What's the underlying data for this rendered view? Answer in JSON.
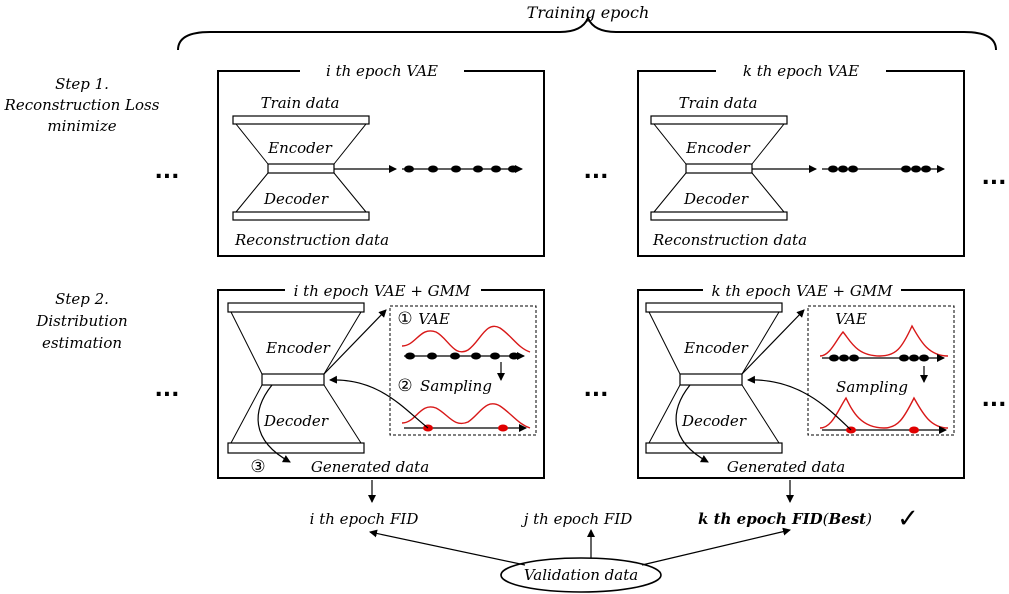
{
  "title": "Training epoch",
  "steps": [
    {
      "line1": "Step 1.",
      "line2": "Reconstruction Loss",
      "line3": "minimize"
    },
    {
      "line1": "Step 2.",
      "line2": "Distribution",
      "line3": "estimation"
    }
  ],
  "ellipsis": "...",
  "panels_row1": [
    {
      "title": "i th epoch VAE",
      "train": "Train data",
      "encoder": "Encoder",
      "decoder": "Decoder",
      "recon": "Reconstruction data"
    },
    {
      "title": "k th epoch VAE",
      "train": "Train data",
      "encoder": "Encoder",
      "decoder": "Decoder",
      "recon": "Reconstruction data"
    }
  ],
  "panels_row2": [
    {
      "title": "i th epoch VAE + GMM",
      "encoder": "Encoder",
      "decoder": "Decoder",
      "vae": "VAE",
      "sampling": "Sampling",
      "generated": "Generated data",
      "step1": "①",
      "step2": "②",
      "step3": "③"
    },
    {
      "title": "k th epoch VAE + GMM",
      "encoder": "Encoder",
      "decoder": "Decoder",
      "vae": "VAE",
      "sampling": "Sampling",
      "generated": "Generated data"
    }
  ],
  "fid": {
    "i": "i th epoch FID",
    "j": "j th epoch FID",
    "k_main": "k th epoch FID",
    "k_open": "(",
    "k_best": "Best",
    "k_close": ")",
    "check": "✓"
  },
  "validation": "Validation data"
}
